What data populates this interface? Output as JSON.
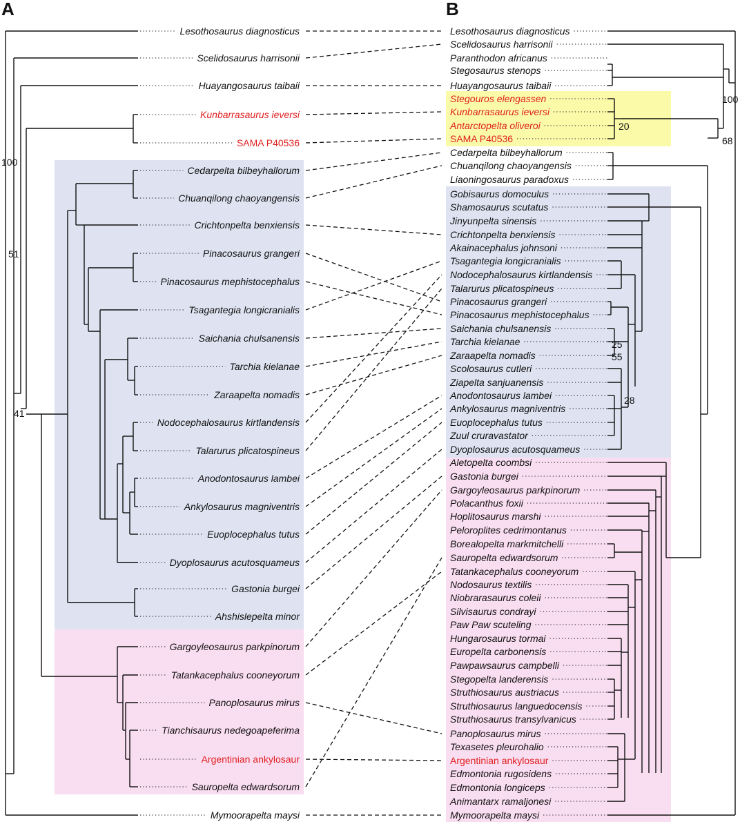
{
  "panels": {
    "left": "A",
    "right": "B"
  },
  "colors": {
    "text": "#111111",
    "highlight_text": "#e02020",
    "blue_region": "#dfe3f1",
    "pink_region": "#f9ddf1",
    "yellow_region": "#fafaa8"
  },
  "tree_a": {
    "taxa": [
      {
        "name": "Lesothosaurus diagnosticus"
      },
      {
        "name": "Scelidosaurus harrisonii"
      },
      {
        "name": "Huayangosaurus taibaii"
      },
      {
        "name": "Kunbarrasaurus ieversi",
        "highlight": true
      },
      {
        "name": "SAMA P40536",
        "highlight": true,
        "plain": true
      },
      {
        "name": "Cedarpelta bilbeyhallorum"
      },
      {
        "name": "Chuanqilong chaoyangensis"
      },
      {
        "name": "Crichtonpelta benxiensis"
      },
      {
        "name": "Pinacosaurus grangeri"
      },
      {
        "name": "Pinacosaurus mephistocephalus"
      },
      {
        "name": "Tsagantegia longicranialis"
      },
      {
        "name": "Saichania chulsanensis"
      },
      {
        "name": "Tarchia kielanae"
      },
      {
        "name": "Zaraapelta nomadis"
      },
      {
        "name": "Nodocephalosaurus kirtlandensis"
      },
      {
        "name": "Talarurus plicatospineus"
      },
      {
        "name": "Anodontosaurus lambei"
      },
      {
        "name": "Ankylosaurus magniventris"
      },
      {
        "name": "Euoplocephalus tutus"
      },
      {
        "name": "Dyoplosaurus acutosquameus"
      },
      {
        "name": "Gastonia burgei"
      },
      {
        "name": "Ahshislepelta minor"
      },
      {
        "name": "Gargoyleosaurus parkpinorum"
      },
      {
        "name": "Tatankacephalus cooneyorum"
      },
      {
        "name": "Panoplosaurus mirus"
      },
      {
        "name": "Tianchisaurus nedegoapeferima"
      },
      {
        "name": "Argentinian ankylosaur",
        "highlight": true,
        "plain": true
      },
      {
        "name": "Sauropelta edwardsorum"
      },
      {
        "name": "Mymoorapelta maysi"
      }
    ],
    "support_values": [
      "100",
      "51",
      "41"
    ]
  },
  "tree_b": {
    "taxa": [
      {
        "name": "Lesothosaurus diagnosticus"
      },
      {
        "name": "Scelidosaurus harrisonii"
      },
      {
        "name": "Paranthodon africanus"
      },
      {
        "name": "Stegosaurus stenops"
      },
      {
        "name": "Huayangosaurus taibaii"
      },
      {
        "name": "Stegouros elengassen",
        "highlight": true
      },
      {
        "name": "Kunbarrasaurus ieversi",
        "highlight": true
      },
      {
        "name": "Antarctopelta oliveroi",
        "highlight": true
      },
      {
        "name": "SAMA P40536",
        "highlight": true,
        "plain": true
      },
      {
        "name": "Cedarpelta bilbeyhallorum"
      },
      {
        "name": "Chuanqilong chaoyangensis"
      },
      {
        "name": "Liaoningosaurus paradoxus"
      },
      {
        "name": "Gobisaurus domoculus"
      },
      {
        "name": "Shamosaurus scutatus"
      },
      {
        "name": "Jinyunpelta sinensis"
      },
      {
        "name": "Crichtonpelta benxiensis"
      },
      {
        "name": "Akainacephalus johnsoni"
      },
      {
        "name": "Tsagantegia longicranialis"
      },
      {
        "name": "Nodocephalosaurus kirtlandensis"
      },
      {
        "name": "Talarurus plicatospineus"
      },
      {
        "name": "Pinacosaurus grangeri"
      },
      {
        "name": "Pinacosaurus mephistocephalus"
      },
      {
        "name": "Saichania chulsanensis"
      },
      {
        "name": "Tarchia kielanae"
      },
      {
        "name": "Zaraapelta nomadis"
      },
      {
        "name": "Scolosaurus cutleri"
      },
      {
        "name": "Ziapelta sanjuanensis"
      },
      {
        "name": "Anodontosaurus lambei"
      },
      {
        "name": "Ankylosaurus magniventris"
      },
      {
        "name": "Euoplocephalus tutus"
      },
      {
        "name": "Zuul cruravastator"
      },
      {
        "name": "Dyoplosaurus acutosquameus"
      },
      {
        "name": "Aletopelta coombsi"
      },
      {
        "name": "Gastonia burgei"
      },
      {
        "name": "Gargoyleosaurus parkpinorum"
      },
      {
        "name": "Polacanthus foxii"
      },
      {
        "name": "Hoplitosaurus marshi"
      },
      {
        "name": "Peloroplites cedrimontanus"
      },
      {
        "name": "Borealopelta markmitchelli"
      },
      {
        "name": "Sauropelta edwardsorum"
      },
      {
        "name": "Tatankacephalus cooneyorum"
      },
      {
        "name": "Nodosaurus textilis"
      },
      {
        "name": "Niobrarasaurus coleii"
      },
      {
        "name": "Silvisaurus condrayi"
      },
      {
        "name": "Paw Paw scuteling"
      },
      {
        "name": "Hungarosaurus tormai"
      },
      {
        "name": "Europelta carbonensis"
      },
      {
        "name": "Pawpawsaurus campbelli"
      },
      {
        "name": "Stegopelta landerensis"
      },
      {
        "name": "Struthiosaurus austriacus"
      },
      {
        "name": "Struthiosaurus languedocensis"
      },
      {
        "name": "Struthiosaurus transylvanicus"
      },
      {
        "name": "Panoplosaurus mirus"
      },
      {
        "name": "Texasetes pleurohalio"
      },
      {
        "name": "Argentinian ankylosaur",
        "highlight": true,
        "plain": true
      },
      {
        "name": "Edmontonia rugosidens"
      },
      {
        "name": "Edmontonia longiceps"
      },
      {
        "name": "Animantarx ramaljonesi"
      },
      {
        "name": "Mymoorapelta maysi"
      }
    ],
    "support_values": [
      "100",
      "68",
      "20",
      "25",
      "55",
      "28"
    ]
  }
}
